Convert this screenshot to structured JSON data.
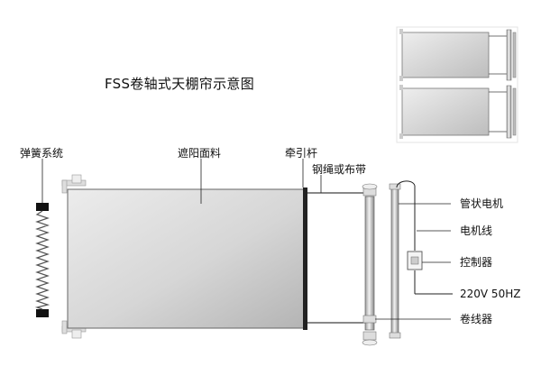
{
  "diagram": {
    "title": "FSS卷轴式天棚帘示意图",
    "labels": {
      "spring_system": "弹簧系统",
      "shade_fabric": "遮阳面料",
      "traction_rod": "牵引杆",
      "wire_or_belt": "钢绳或布带",
      "tubular_motor": "管状电机",
      "motor_cable": "电机线",
      "controller": "控制器",
      "power": "220V 50HZ",
      "winder": "卷线器"
    }
  },
  "colors": {
    "panel_light": "#e9e9e9",
    "panel_dark": "#b9b9b9",
    "line": "#222222",
    "spring_block": "#111111",
    "frame": "#cccccc"
  }
}
